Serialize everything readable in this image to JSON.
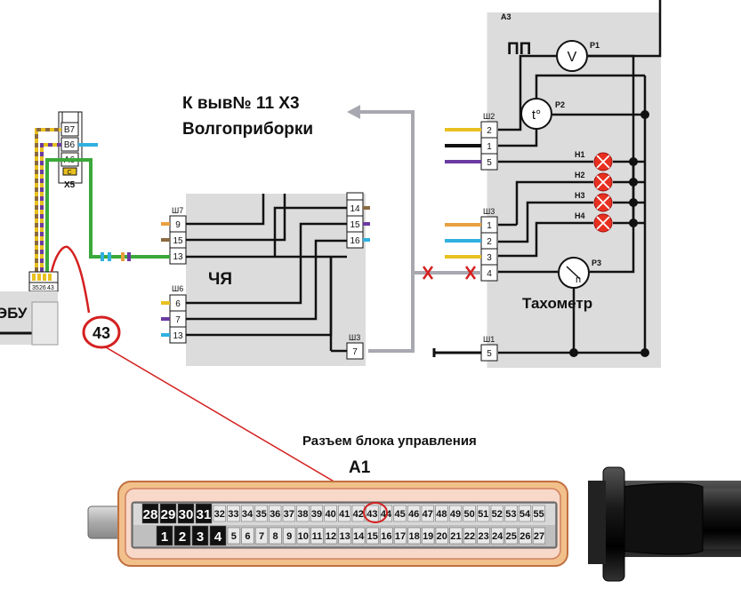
{
  "labels": {
    "a3": "A3",
    "pp": "ПП",
    "tahometr": "Тахометр",
    "p1": "P1",
    "p2": "P2",
    "p3": "P3",
    "p1_symbol": "V",
    "p2_symbol": "t°",
    "p3_symbol": "n",
    "h1": "H1",
    "h2": "H2",
    "h3": "H3",
    "h4": "H4",
    "target_line1": "К выв№ 11 Х3",
    "target_line2": "Волгоприборки",
    "chya": "ЧЯ",
    "ebu": "ЭБУ",
    "x5": "X5",
    "callout": "43",
    "connector_caption": "Разъем блока управления",
    "connector_name": "A1"
  },
  "connectors": {
    "x5_pins": [
      "B7",
      "B6",
      "A6",
      "C"
    ],
    "ebu_pins": [
      "35",
      "26",
      "43"
    ],
    "chya_sh7": {
      "name": "Ш7",
      "pins": [
        "9",
        "15",
        "13"
      ]
    },
    "chya_sh6": {
      "name": "Ш6",
      "pins": [
        "6",
        "7",
        "13"
      ]
    },
    "chya_right": {
      "name": "",
      "pins": [
        "14",
        "15",
        "16"
      ]
    },
    "chya_sh3": {
      "name": "Ш3",
      "pins": [
        "7"
      ]
    },
    "a3_sh2": {
      "name": "Ш2",
      "pins": [
        "2",
        "1",
        "5"
      ]
    },
    "a3_sh3": {
      "name": "Ш3",
      "pins": [
        "1",
        "2",
        "3",
        "4"
      ]
    },
    "a3_sh1": {
      "name": "Ш1",
      "pins": [
        "5"
      ]
    }
  },
  "a1_top_big": [
    "28",
    "29",
    "30",
    "31"
  ],
  "a1_top_small": [
    "32",
    "33",
    "34",
    "35",
    "36",
    "37",
    "38",
    "39",
    "40",
    "41",
    "42",
    "43",
    "44",
    "45",
    "46",
    "47",
    "48",
    "49",
    "50",
    "51",
    "52",
    "53",
    "54",
    "55"
  ],
  "a1_bottom_big": [
    "1",
    "2",
    "3",
    "4"
  ],
  "a1_bottom_small": [
    "5",
    "6",
    "7",
    "8",
    "9",
    "10",
    "11",
    "12",
    "13",
    "14",
    "15",
    "16",
    "17",
    "18",
    "19",
    "20",
    "21",
    "22",
    "23",
    "24",
    "25",
    "26",
    "27"
  ],
  "colors": {
    "chya_body": "#dcdcdc",
    "a3_body": "#dcdcdc",
    "wire_black": "#111111",
    "wire_gray": "#a8a8b0",
    "wire_green": "#3aa83a",
    "wire_yellow": "#e8c020",
    "wire_orange": "#e8a040",
    "wire_purple": "#6a3aa0",
    "wire_cyan": "#30b0e0",
    "wire_red": "#d42020",
    "lamp": "#e83020",
    "connector_frame": "#f2c08a",
    "connector_inner": "#f8d8c8"
  }
}
